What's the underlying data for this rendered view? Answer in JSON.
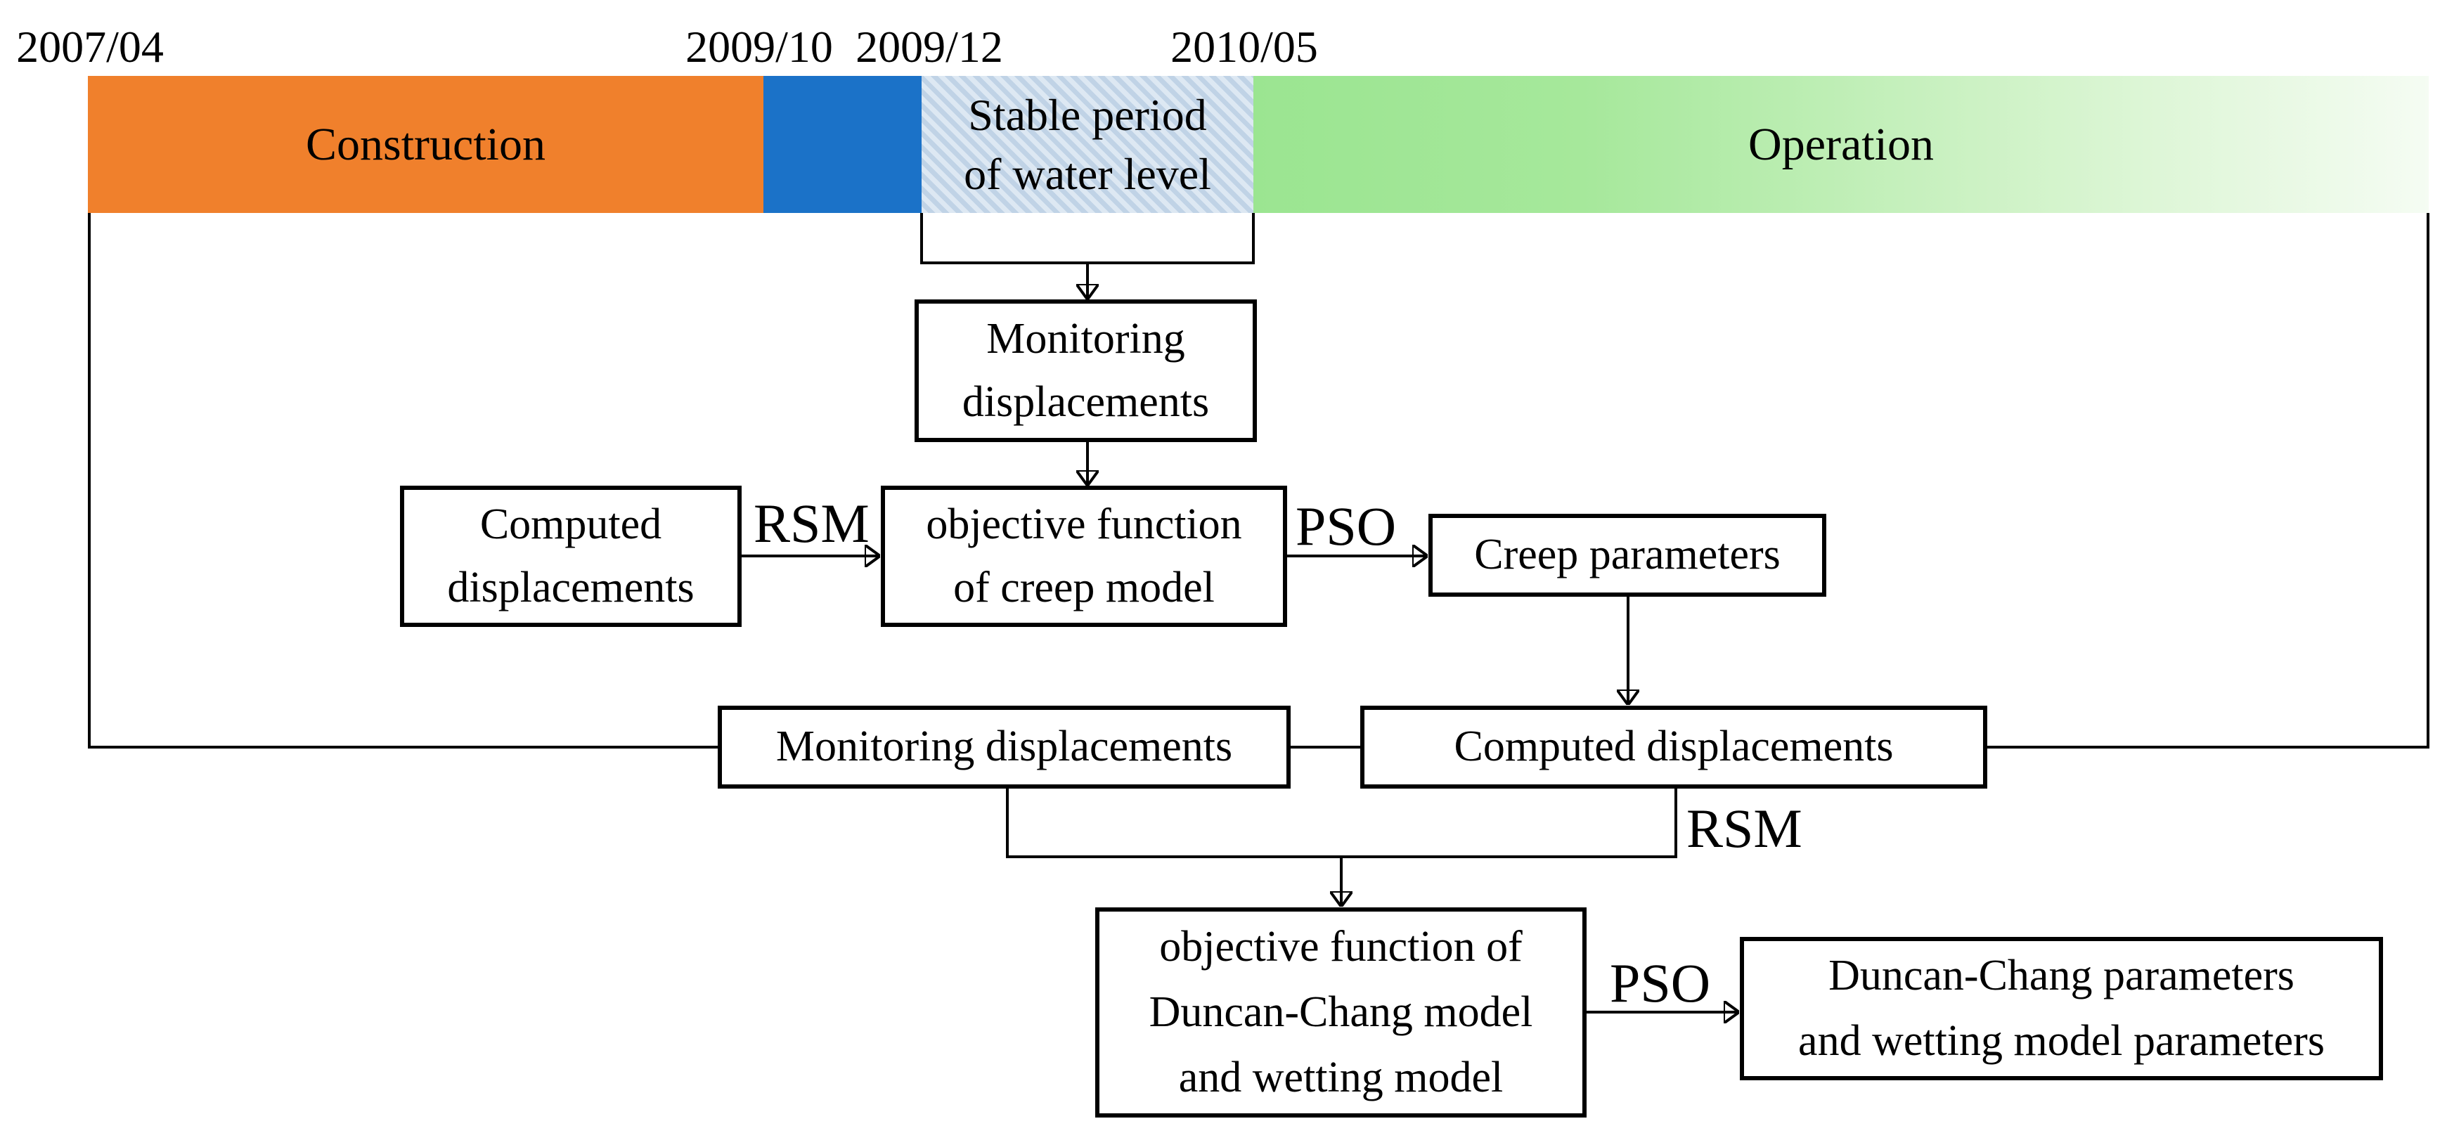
{
  "timeline": {
    "dates": [
      "2007/04",
      "2009/10",
      "2009/12",
      "2010/05"
    ],
    "phases": [
      {
        "label": "Construction"
      },
      {
        "label": ""
      },
      {
        "label": "Stable period\nof water level"
      },
      {
        "label": "Operation"
      }
    ],
    "colors": {
      "construction": "#F0802C",
      "transition": "#1B72C8",
      "stable_fill": "#CBDCEC",
      "operation_left": "#9BE591",
      "operation_right": "#F5FCF3"
    }
  },
  "boxes": {
    "monitoring_small": "Monitoring\ndisplacements",
    "computed_small": "Computed\ndisplacements",
    "objective_creep": "objective function\nof creep model",
    "creep_params": "Creep parameters",
    "monitoring_wide": "Monitoring displacements",
    "computed_wide": "Computed displacements",
    "objective_duncan": "objective function of\nDuncan-Chang model\nand wetting model",
    "duncan_params": "Duncan-Chang parameters\nand wetting model parameters"
  },
  "flow_labels": {
    "rsm_creep": "RSM",
    "pso_creep": "PSO",
    "rsm_duncan": "RSM",
    "pso_duncan": "PSO"
  }
}
